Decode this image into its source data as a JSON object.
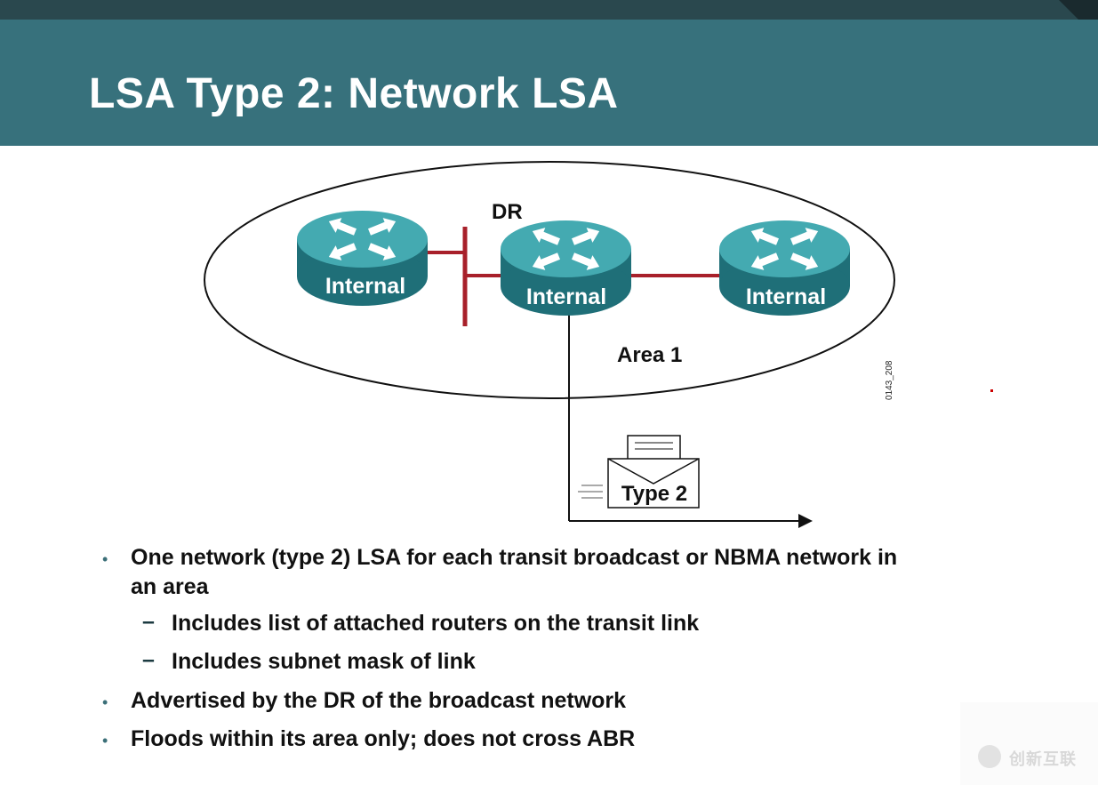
{
  "slide": {
    "title": "LSA Type 2: Network LSA"
  },
  "diagram": {
    "dr_label": "DR",
    "area_label": "Area 1",
    "routers": [
      {
        "label": "Internal"
      },
      {
        "label": "Internal"
      },
      {
        "label": "Internal"
      }
    ],
    "envelope_label": "Type 2",
    "figure_code": "0143_208"
  },
  "bullets": [
    {
      "text_line1": "One network (type 2) LSA for each transit broadcast or NBMA network in",
      "text_line2": "an area"
    },
    {
      "sub": "Includes list of attached routers on the transit link"
    },
    {
      "sub": "Includes subnet mask of link"
    },
    {
      "text_line1": "Advertised by the DR of the broadcast network"
    },
    {
      "text_line1": "Floods within its area only; does not cross ABR"
    }
  ],
  "watermark": {
    "text": "创新互联"
  },
  "colors": {
    "title_bar": "#37717c",
    "top_bar": "#2a484e",
    "router_body": "#2f8f97",
    "link_red": "#a8202a"
  }
}
